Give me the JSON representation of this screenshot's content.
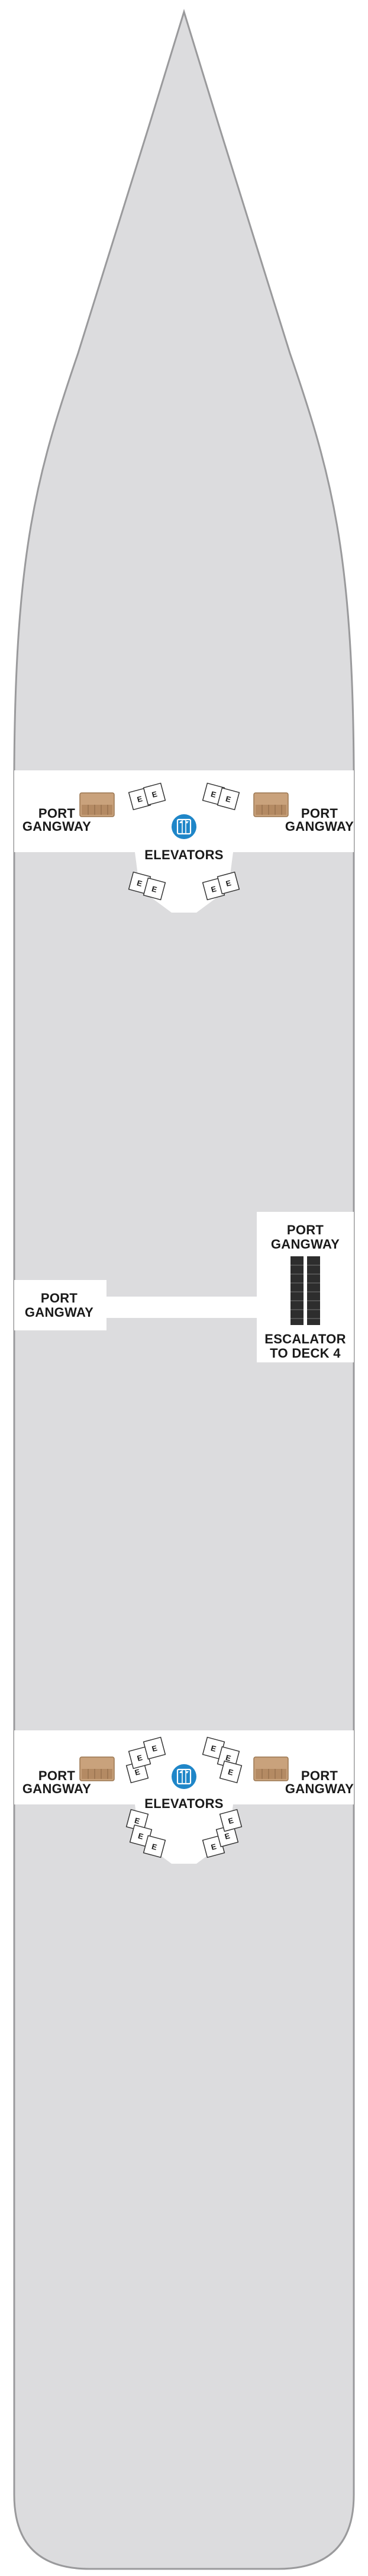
{
  "deck": {
    "background_color": "#ffffff",
    "hull_color": "#dcdcde",
    "hull_outline_color": "#9a9a9c",
    "open_area_color": "#ffffff",
    "accent_color": "#1f86c8",
    "gangway_color": "#c9a27c"
  },
  "elevator_banks": [
    {
      "label": "ELEVATORS",
      "elevator_letter": "E",
      "gangways": [
        {
          "line1": "PORT",
          "line2": "GANGWAY",
          "side": "left"
        },
        {
          "line1": "PORT",
          "line2": "GANGWAY",
          "side": "right"
        }
      ]
    },
    {
      "label": "ELEVATORS",
      "elevator_letter": "E",
      "gangways": [
        {
          "line1": "PORT",
          "line2": "GANGWAY",
          "side": "left"
        },
        {
          "line1": "PORT",
          "line2": "GANGWAY",
          "side": "right"
        }
      ]
    }
  ],
  "mid_area": {
    "left_gangway": {
      "line1": "PORT",
      "line2": "GANGWAY"
    },
    "right_gangway": {
      "line1": "PORT",
      "line2": "GANGWAY"
    },
    "escalator": {
      "line1": "ESCALATOR",
      "line2": "TO DECK 4"
    }
  }
}
